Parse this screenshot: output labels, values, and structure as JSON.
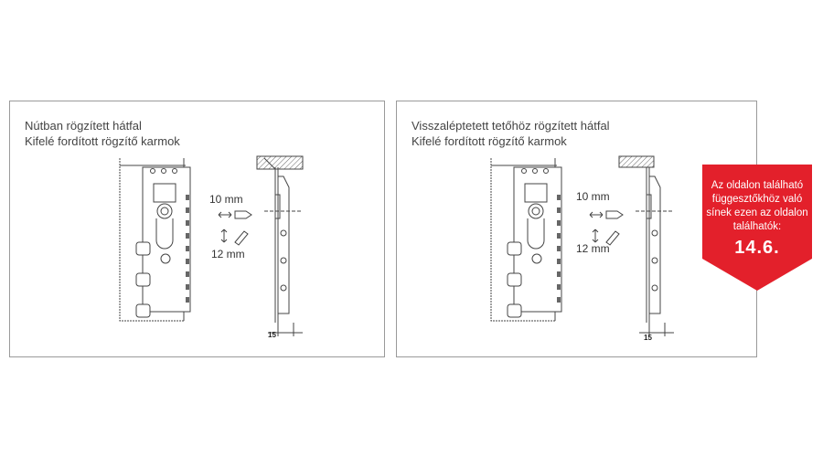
{
  "panels": [
    {
      "title_line1": "Nútban rögzített hátfal",
      "title_line2": "Kifelé fordított rögzítő karmok",
      "dim_horizontal": "10 mm",
      "dim_vertical": "12 mm",
      "dim_depth": "15"
    },
    {
      "title_line1": "Visszaléptetett tetőhöz rögzített hátfal",
      "title_line2": "Kifelé fordított rögzítő karmok",
      "dim_horizontal": "10 mm",
      "dim_vertical": "12 mm",
      "dim_depth": "15"
    }
  ],
  "badge": {
    "text": "Az oldalon található függesztőkhöz való sínek ezen az oldalon találhatók:",
    "number": "14.6.",
    "color": "#e3202b"
  }
}
